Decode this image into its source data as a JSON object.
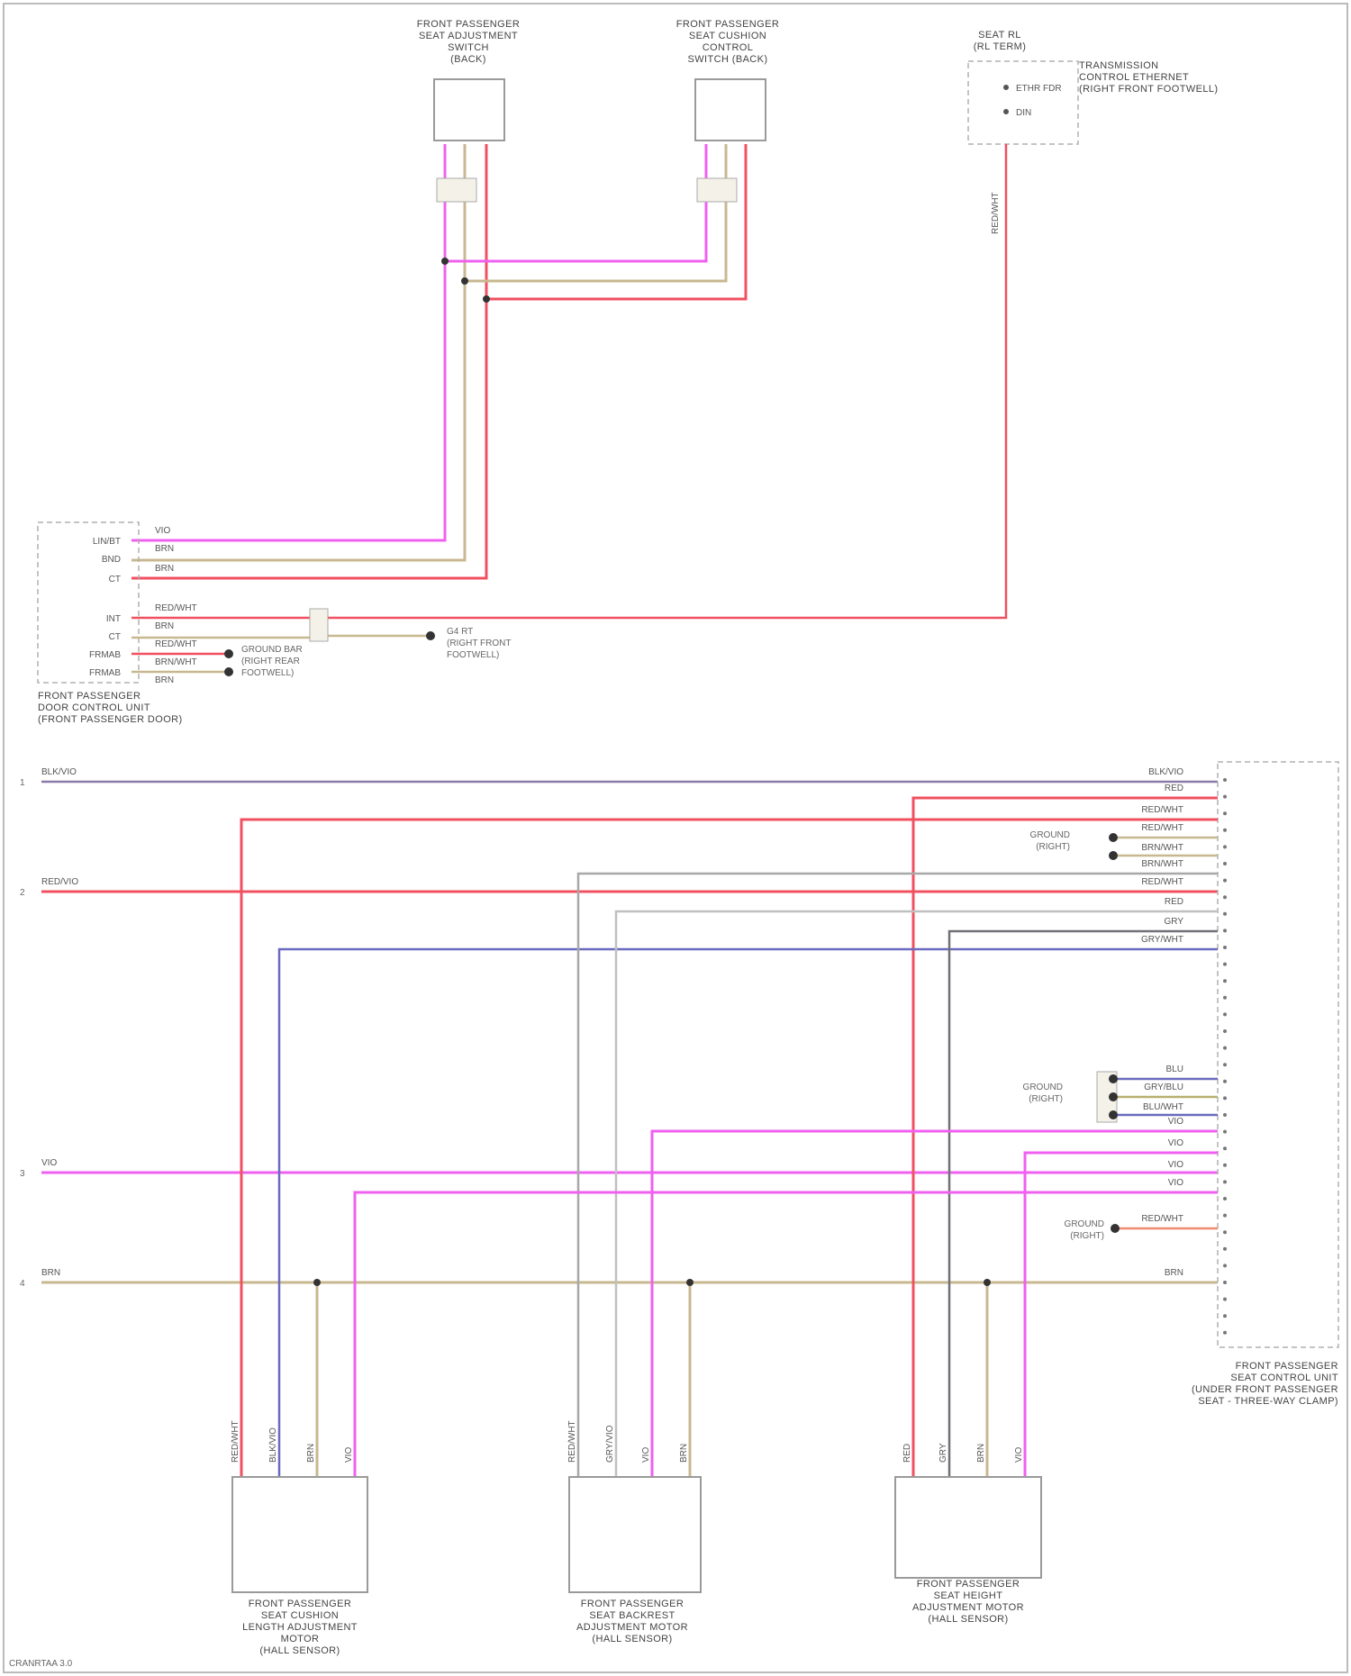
{
  "title": "",
  "colors": {
    "pink": "#f060f0",
    "tan": "#c8b890",
    "red": "#f05060",
    "salmon": "#f08a70",
    "blue": "#6a6ac0",
    "gray": "#a8a8a8",
    "dark_gray": "#707078",
    "olive": "#b8b070",
    "frame": "#999999"
  },
  "components": {
    "switch_a_label": "FRONT PASSENGER\nSEAT ADJUSTMENT\nSWITCH\n(BACK)",
    "switch_b_label": "FRONT PASSENGER\nSEAT CUSHION\nCONTROL\nSWITCH (BACK)",
    "relay_label": "SEAT RL\n(RL TERM)",
    "relay_side_label": "TRANSMISSION\nCONTROL ETHERNET\n(RIGHT FRONT FOOTWELL)",
    "relay_pin_1": "ETHR FDR",
    "relay_pin_2": "DIN",
    "left_module_label": "FRONT PASSENGER\nDOOR CONTROL UNIT\n(FRONT PASSENGER DOOR)",
    "ground_left_1": "GROUND BAR\n(RIGHT REAR\nFOOTWELL)",
    "ground_ref_left": "G4 RT\n(RIGHT FRONT\nFOOTWELL)",
    "right_module_label": "FRONT PASSENGER\nSEAT CONTROL UNIT\n(UNDER FRONT PASSENGER\nSEAT - THREE-WAY CLAMP)",
    "ground_right_1": "GROUND\n(RIGHT)",
    "ground_right_2": "GROUND\n(RIGHT)",
    "ground_right_3": "GROUND\n(RIGHT)",
    "motor_1_label": "FRONT PASSENGER\nSEAT CUSHION\nLENGTH ADJUSTMENT\nMOTOR\n(HALL SENSOR)",
    "motor_2_label": "FRONT PASSENGER\nSEAT BACKREST\nADJUSTMENT MOTOR\n(HALL SENSOR)",
    "motor_3_label": "FRONT PASSENGER\nSEAT HEIGHT\nADJUSTMENT MOTOR\n(HALL SENSOR)",
    "footer_ref": "CRANRTAA 3.0"
  },
  "left_module_pins": [
    "LIN/BT",
    "BND",
    "CT",
    "INT",
    "CT",
    "FRMAB",
    "FRMAB"
  ],
  "left_module_wire_labels": [
    "VIO",
    "BRN",
    "BRN",
    "RED/WHT",
    "BRN",
    "RED/WHT",
    "BRN/WHT",
    "BRN"
  ],
  "bus_labels": {
    "b1": "BLK/VIO",
    "b2": "RED/VIO",
    "b3": "VIO",
    "b4": "BRN",
    "n1": "1",
    "n2": "2",
    "n3": "3",
    "n4": "4"
  },
  "right_module_wire_labels": [
    "BLK/VIO",
    "RED",
    "RED/WHT",
    "RED/WHT",
    "BRN/WHT",
    "BRN/WHT",
    "RED/WHT",
    "RED",
    "GRY",
    "GRY/WHT",
    "BLU",
    "GRY/BLU",
    "BLU/WHT",
    "VIO",
    "VIO",
    "VIO",
    "VIO",
    "RED/WHT",
    "BRN"
  ],
  "motor_wire_labels": {
    "m1": [
      "RED/WHT",
      "BLK/VIO",
      "BRN",
      "VIO"
    ],
    "m2": [
      "RED/WHT",
      "GRY/VIO",
      "VIO",
      "BRN"
    ],
    "m3": [
      "RED",
      "GRY",
      "BRN",
      "VIO"
    ]
  }
}
